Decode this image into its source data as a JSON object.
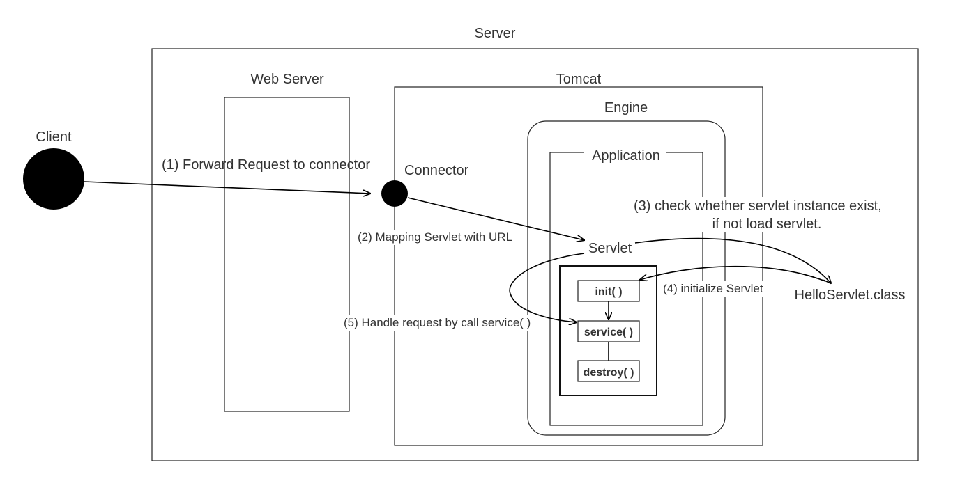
{
  "labels": {
    "server": "Server",
    "web_server": "Web Server",
    "tomcat": "Tomcat",
    "engine": "Engine",
    "application": "Application",
    "client": "Client",
    "connector": "Connector",
    "servlet": "Servlet",
    "hello_servlet_class": "HelloServlet.class"
  },
  "steps": {
    "step1": "(1) Forward Request to connector",
    "step2": "(2) Mapping Servlet with URL",
    "step3_line1": "(3) check  whether servlet instance exist,",
    "step3_line2": "if not load servlet.",
    "step4": "(4) initialize Servlet",
    "step5": "(5) Handle request by call service( )"
  },
  "lifecycle": {
    "init": "init( )",
    "service": "service( )",
    "destroy": "destroy( )"
  },
  "colors": {
    "stroke": "#000000",
    "text": "#333333",
    "node_fill": "#000000"
  }
}
